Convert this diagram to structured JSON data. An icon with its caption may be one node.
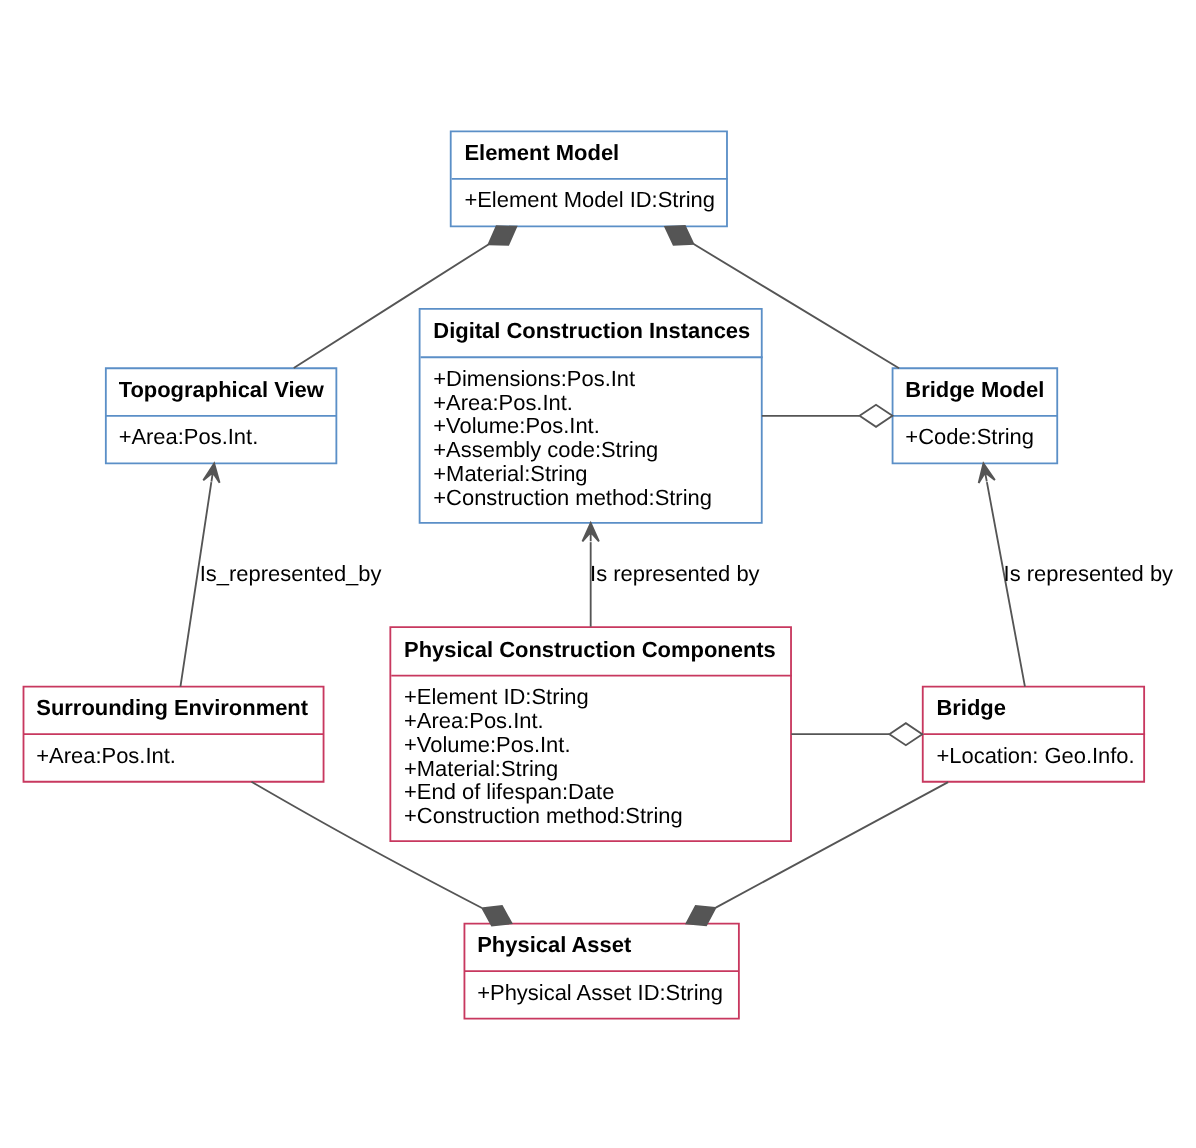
{
  "diagram": {
    "nodes": [
      {
        "text": [
          "Element Model",
          "+Element Model ID:String"
        ]
      },
      {
        "text": [
          "Topographical View",
          "+Area:Pos.Int."
        ]
      },
      {
        "text": [
          "Bridge Model",
          "+Code:String"
        ]
      },
      {
        "text": [
          "Digital Construction Instances",
          "+Dimensions:Pos.Int",
          "+Area:Pos.Int.",
          "+Volume:Pos.Int.",
          "+Assembly code:String",
          "+Material:String",
          "+Construction method:String"
        ]
      },
      {
        "text": [
          "Surrounding Environment",
          "+Area:Pos.Int."
        ]
      },
      {
        "text": [
          "Bridge",
          "+Location: Geo.Info."
        ]
      },
      {
        "text": [
          "Physical Construction Components",
          "+Element ID:String",
          "+Area:Pos.Int.",
          "+Volume:Pos.Int.",
          "+Material:String",
          "+End of lifespan:Date",
          "+Construction method:String"
        ]
      },
      {
        "text": [
          "Physical Asset",
          "+Physical Asset ID:String"
        ]
      }
    ],
    "edges": [
      {
        "from": 1,
        "to": 0,
        "arrow": "other"
      },
      {
        "from": 2,
        "to": 0,
        "arrow": "other"
      },
      {
        "from": 3,
        "to": 2,
        "arrow": "other"
      },
      {
        "from": 4,
        "to": 1,
        "arrow": "to",
        "label": "Is_represented_by"
      },
      {
        "from": 5,
        "to": 2,
        "arrow": "to",
        "label": "Is represented by"
      },
      {
        "from": 6,
        "to": 3,
        "arrow": "to",
        "label": "Is represented by"
      },
      {
        "from": 6,
        "to": 5,
        "arrow": "other"
      },
      {
        "from": 7,
        "to": 4,
        "arrow": "other"
      },
      {
        "from": 7,
        "to": 5,
        "arrow": "other"
      }
    ]
  }
}
